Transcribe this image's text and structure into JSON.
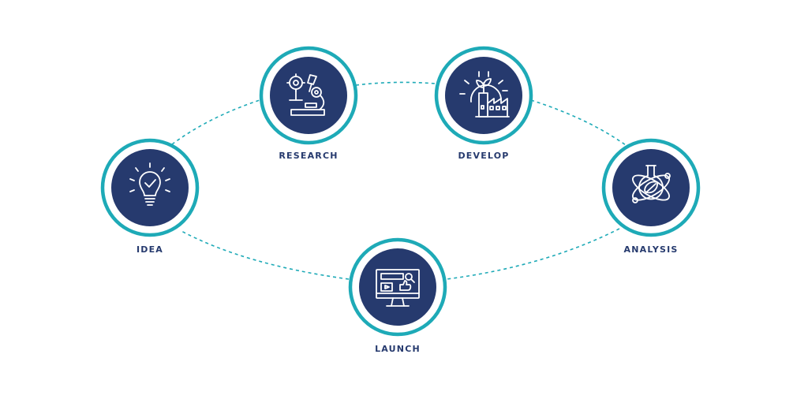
{
  "colors": {
    "ring": "#1eaab7",
    "disc": "#263a6e",
    "icon": "#ffffff",
    "label": "#263a6e",
    "connector": "#1eaab7"
  },
  "nodes": [
    {
      "id": "idea",
      "label": "IDEA",
      "icon": "lightbulb-check-icon"
    },
    {
      "id": "research",
      "label": "RESEARCH",
      "icon": "microscope-icon"
    },
    {
      "id": "develop",
      "label": "DEVELOP",
      "icon": "gear-factory-icon"
    },
    {
      "id": "analysis",
      "label": "ANALYSIS",
      "icon": "flask-atom-icon"
    },
    {
      "id": "launch",
      "label": "LAUNCH",
      "icon": "monitor-video-icon"
    }
  ]
}
